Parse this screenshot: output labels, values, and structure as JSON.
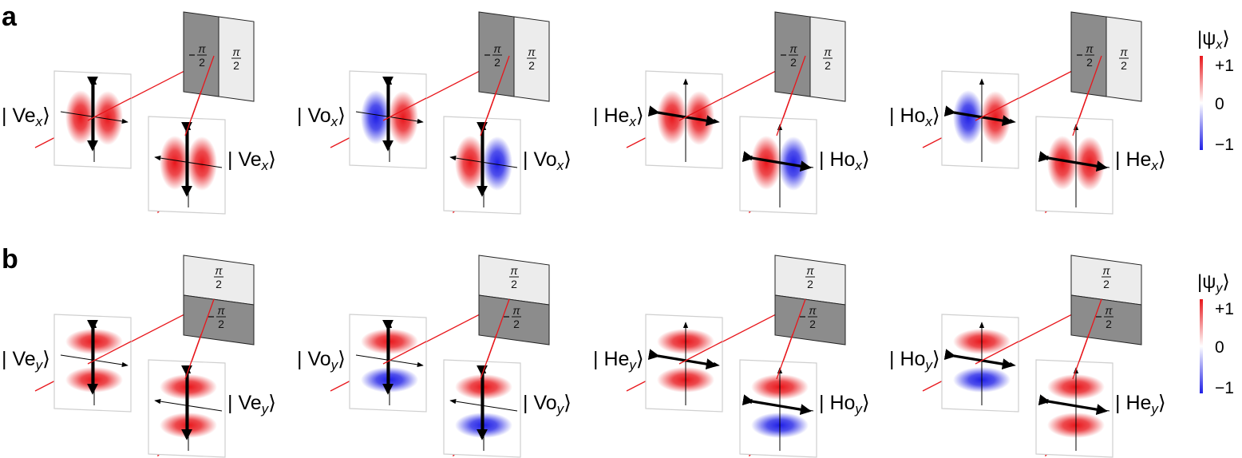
{
  "panels": [
    {
      "letter": "a",
      "polarization": "x",
      "mask": {
        "split": "vertical",
        "first": "−π/2",
        "second": "π/2"
      },
      "cases": [
        {
          "input": {
            "mode": "Ve",
            "lobes": [
              "red",
              "red"
            ],
            "arrow": "vertical"
          },
          "output": {
            "mode": "Ve",
            "lobes": [
              "red",
              "red"
            ],
            "arrow": "vertical"
          }
        },
        {
          "input": {
            "mode": "Vo",
            "lobes": [
              "blue",
              "red"
            ],
            "arrow": "vertical"
          },
          "output": {
            "mode": "Vo",
            "lobes": [
              "red",
              "blue"
            ],
            "arrow": "vertical"
          }
        },
        {
          "input": {
            "mode": "He",
            "lobes": [
              "red",
              "red"
            ],
            "arrow": "horizontal"
          },
          "output": {
            "mode": "Ho",
            "lobes": [
              "red",
              "blue"
            ],
            "arrow": "horizontal"
          }
        },
        {
          "input": {
            "mode": "Ho",
            "lobes": [
              "blue",
              "red"
            ],
            "arrow": "horizontal"
          },
          "output": {
            "mode": "He",
            "lobes": [
              "red",
              "red"
            ],
            "arrow": "horizontal"
          }
        }
      ]
    },
    {
      "letter": "b",
      "polarization": "y",
      "mask": {
        "split": "horizontal",
        "first": "π/2",
        "second": "−π/2"
      },
      "cases": [
        {
          "input": {
            "mode": "Ve",
            "lobes": [
              "red",
              "red"
            ],
            "arrow": "vertical"
          },
          "output": {
            "mode": "Ve",
            "lobes": [
              "red",
              "red"
            ],
            "arrow": "vertical"
          }
        },
        {
          "input": {
            "mode": "Vo",
            "lobes": [
              "red",
              "blue"
            ],
            "arrow": "vertical"
          },
          "output": {
            "mode": "Vo",
            "lobes": [
              "red",
              "blue"
            ],
            "arrow": "vertical"
          }
        },
        {
          "input": {
            "mode": "He",
            "lobes": [
              "red",
              "red"
            ],
            "arrow": "horizontal"
          },
          "output": {
            "mode": "Ho",
            "lobes": [
              "red",
              "blue"
            ],
            "arrow": "horizontal"
          }
        },
        {
          "input": {
            "mode": "Ho",
            "lobes": [
              "red",
              "blue"
            ],
            "arrow": "horizontal"
          },
          "output": {
            "mode": "He",
            "lobes": [
              "red",
              "red"
            ],
            "arrow": "horizontal"
          }
        }
      ]
    }
  ],
  "colorbars": [
    {
      "title_prefix": "|ψ",
      "title_sub": "x",
      "ticks": [
        "+1",
        "0",
        "−1"
      ]
    },
    {
      "title_prefix": "|ψ",
      "title_sub": "y",
      "ticks": [
        "+1",
        "0",
        "−1"
      ]
    }
  ],
  "colors": {
    "positive": "#e8161b",
    "negative": "#1f1fe6",
    "beam": "#e8161b",
    "mask_dark": "#8c8c8c",
    "mask_light": "#ececec",
    "frame": "#cfcfcf"
  }
}
